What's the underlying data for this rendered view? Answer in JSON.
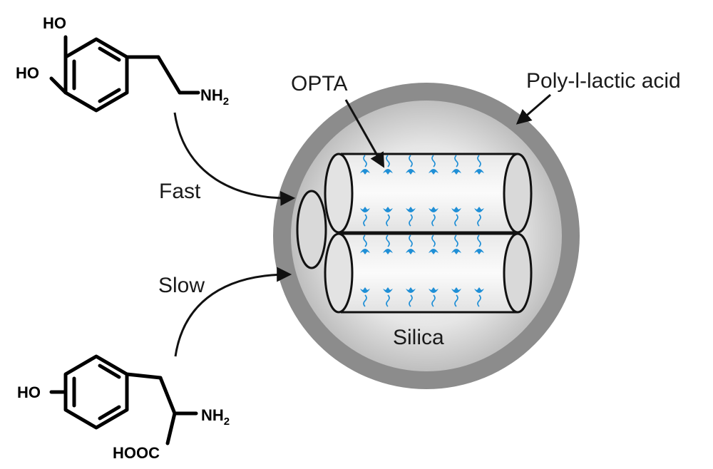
{
  "labels": {
    "opta": "OPTA",
    "poly": "Poly-l-lactic acid",
    "silica": "Silica",
    "fast": "Fast",
    "slow": "Slow"
  },
  "molecule_top": {
    "ho1": "HO",
    "ho2": "HO",
    "nh2": "NH",
    "nh2_sub": "2"
  },
  "molecule_bottom": {
    "ho": "HO",
    "nh2": "NH",
    "nh2_sub": "2",
    "cooh": "HOOC"
  },
  "colors": {
    "shell": "#8c8c8c",
    "core_center": "#ffffff",
    "core_edge": "#b8b8b8",
    "opta": "#1f8fd6"
  }
}
